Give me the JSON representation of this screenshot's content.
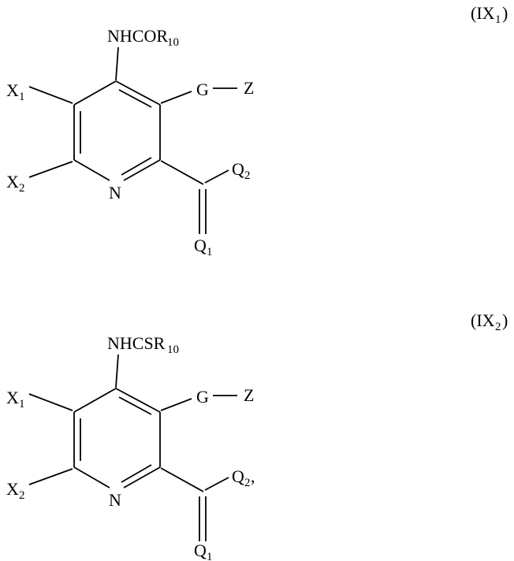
{
  "figure": {
    "background": "#ffffff",
    "line_color": "#000000",
    "structures": [
      {
        "label": {
          "open": "(IX",
          "sub": "1",
          "close": ")"
        },
        "amide": {
          "main": "NHCOR",
          "sub": "10"
        },
        "x1": {
          "main": "X",
          "sub": "1"
        },
        "x2": {
          "main": "X",
          "sub": "2"
        },
        "g": "G",
        "z": "Z",
        "ring_nitrogen": "N",
        "q2": {
          "main": "Q",
          "sub": "2",
          "suffix": ""
        },
        "q1": {
          "main": "Q",
          "sub": "1"
        }
      },
      {
        "label": {
          "open": "(IX",
          "sub": "2",
          "close": ")"
        },
        "amide": {
          "main": "NHCSR",
          "sub": "10"
        },
        "x1": {
          "main": "X",
          "sub": "1"
        },
        "x2": {
          "main": "X",
          "sub": "2"
        },
        "g": "G",
        "z": "Z",
        "ring_nitrogen": "N",
        "q2": {
          "main": "Q",
          "sub": "2",
          "suffix": ","
        },
        "q1": {
          "main": "Q",
          "sub": "1"
        }
      }
    ]
  }
}
